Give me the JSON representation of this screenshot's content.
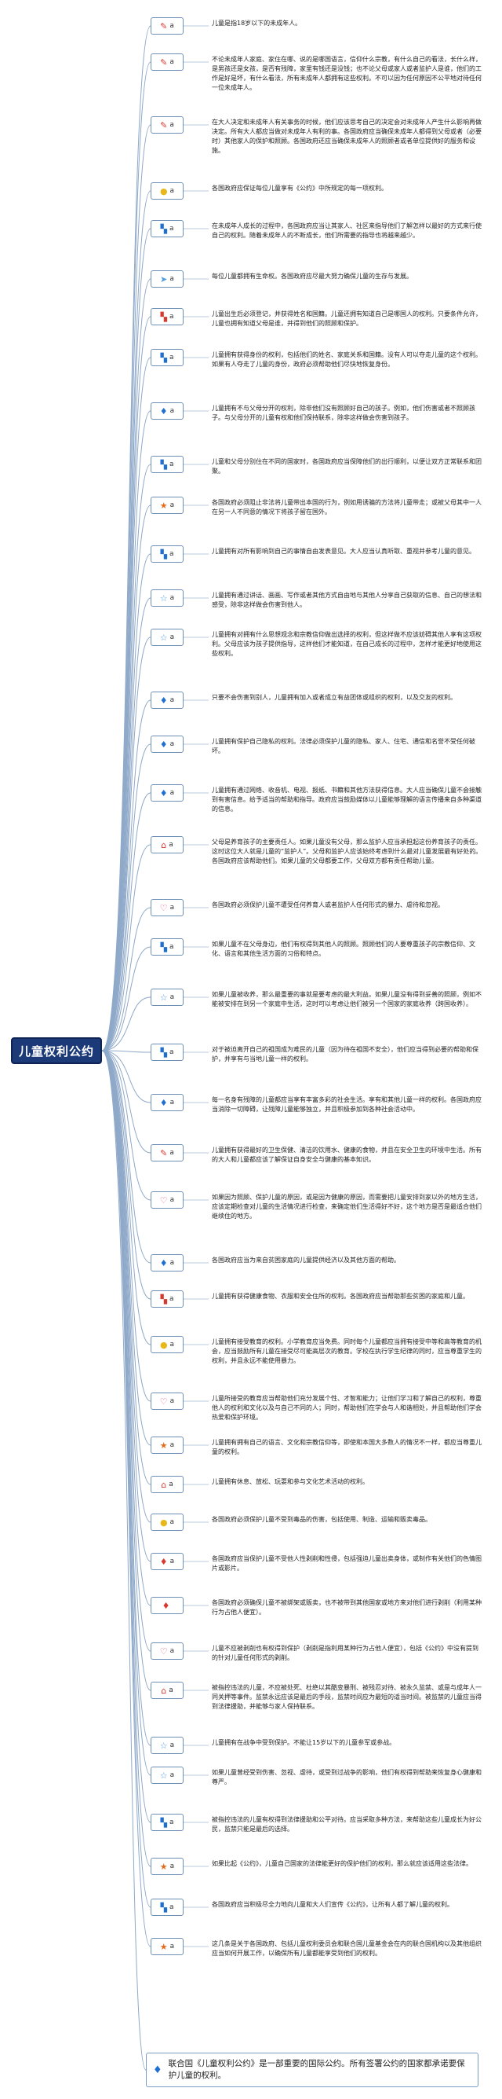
{
  "title": "儿童权利公约",
  "items": [
    {
      "icon": "tool-icon",
      "color": "red",
      "badge": "a",
      "text": "儿童是指18岁以下的未成年人。"
    },
    {
      "icon": "tool-icon",
      "color": "red",
      "badge": "a",
      "text": "不论未成年人家庭、家住在哪、说的是哪国语言，信仰什么宗教，有什么自己的看法，长什么样，是男孩还是女孩，是否有残障，家里有钱还是没钱；也不论父母或家人或者监护人是谁，他们的工作是好是坏，有什么看法，所有未成年人都拥有这些权利。不可以因为任何原因不公平地对待任何一位未成年人。"
    },
    {
      "icon": "tool-icon",
      "color": "red",
      "badge": "a",
      "text": "在大人决定和未成年人有关事务的时候，他们应该思考自己的决定会对未成年人产生什么影响再做决定。所有大人都应当做对未成年人有利的事。各国政府应当确保未成年人都得到父母或者（必要时）其他家人的保护和照顾。各国政府还应当确保未成年人的照顾者或者单位提供好的服务和设施。"
    },
    {
      "icon": "bulb-icon",
      "color": "yellow",
      "badge": "a",
      "text": "各国政府应保证每位儿童享有《公约》中所规定的每一项权利。"
    },
    {
      "icon": "flag-icon",
      "color": "blue",
      "badge": "a",
      "text": "在未成年人成长的过程中，各国政府应当让其家人、社区来指导他们了解怎样以最好的方式来行使自己的权利。随着未成年人的不断成长，他们所需要的指导也将越来越少。"
    },
    {
      "icon": "send-icon",
      "color": "lblue",
      "badge": "a",
      "text": "每位儿童都拥有生命权。各国政府应尽最大努力确保儿童的生存与发展。"
    },
    {
      "icon": "flag-icon",
      "color": "red",
      "badge": "a",
      "text": "儿童出生后必须登记，并获得姓名和国籍。儿童还拥有知道自己是哪国人的权利。只要条件允许，儿童也拥有知道父母是谁，并得到他们的照顾和保护。"
    },
    {
      "icon": "flag-icon",
      "color": "blue",
      "badge": "a",
      "text": "儿童拥有获得身份的权利，包括他们的姓名、家庭关系和国籍。没有人可以夺走儿童的这个权利。如果有人夺走了儿童的身份，政府必须帮助他们尽快地恢复身份。"
    },
    {
      "icon": "fire-icon",
      "color": "blue",
      "badge": "a",
      "text": "儿童拥有不与父母分开的权利，除非他们没有照顾好自己的孩子。例如，他们伤害或者不照顾孩子。与父母分开的儿童有权和他们保持联系，除非这样做会伤害到孩子。"
    },
    {
      "icon": "flag-icon",
      "color": "blue",
      "badge": "a",
      "text": "儿童和父母分别住在不同的国家时，各国政府应当保障他们的出行顺利，以便让双方正常联系和团聚。"
    },
    {
      "icon": "star-icon",
      "color": "orange",
      "badge": "a",
      "text": "各国政府必须阻止非法将儿童带出本国的行为，例如用诱骗的方法将儿童带走；或被父母其中一人在另一人不同意的情况下将孩子留在国外。"
    },
    {
      "icon": "flag-icon",
      "color": "blue",
      "badge": "a",
      "text": "儿童拥有对所有影响到自己的事情自由发表意见。大人应当认真听取、重视并参考儿童的意见。"
    },
    {
      "icon": "star-outline-icon",
      "color": "lblue",
      "badge": "a",
      "text": "儿童拥有通过讲话、画画、写作或者其他方式自由地与其他人分享自己获取的信息、自己的想法和感受，除非这样做会伤害到他人。"
    },
    {
      "icon": "star-outline-icon",
      "color": "lblue",
      "badge": "a",
      "text": "儿童拥有对拥有什么思想观念和宗教信仰做出选择的权利，但这样做不应该妨碍其他人享有这项权利。父母应该为孩子提供指导，这样他们才能知道，在自己成长的过程中，怎样才能更好地使用这些权利。"
    },
    {
      "icon": "fire-icon",
      "color": "blue",
      "badge": "a",
      "text": "只要不会伤害到别人，儿童拥有加入或者成立有益团体或组织的权利，以及交友的权利。"
    },
    {
      "icon": "fire-icon",
      "color": "blue",
      "badge": "a",
      "text": "儿童拥有保护自己隐私的权利。法律必须保护儿童的隐私、家人、住宅、通信和名誉不受任何破坏。"
    },
    {
      "icon": "fire-icon",
      "color": "blue",
      "badge": "a",
      "text": "儿童拥有通过网络、收音机、电视、报纸、书籍和其他方法获得信息。大人应当确保儿童不会接触到有害信息。给予适当的帮助和指导。政府应当鼓励媒体以儿童能够理解的语言传播来自多种渠道的信息。"
    },
    {
      "icon": "home-icon",
      "color": "red",
      "badge": "a",
      "text": "父母是养育孩子的主要责任人。如果儿童没有父母，那么监护人应当承担起这份养育孩子的责任。这时这位大人就是儿童的“监护人”。父母和监护人应该始终考虑到什么最对儿童发展最有好处的。各国政府应该帮助他们。如果儿童的父母都要工作，父母双方都有责任帮助儿童。"
    },
    {
      "icon": "heart-icon",
      "color": "pink",
      "badge": "a",
      "text": "各国政府必须保护儿童不遭受任何养育人或者监护人任何形式的暴力、虐待和忽视。"
    },
    {
      "icon": "flag-icon",
      "color": "blue",
      "badge": "a",
      "text": "如果儿童不在父母身边，他们有权得到其他人的照顾。照顾他们的人要尊重孩子的宗教信仰、文化、语言和其他生活方面的习俗和特点。"
    },
    {
      "icon": "star-outline-icon",
      "color": "lblue",
      "badge": "a",
      "text": "如果儿童被收养，那么最重要的事就是要考虑的最大利益。如果儿童没有得到妥善的照顾，例如不能被安排在到另一个家庭中生活，这时可以考虑让他们被另一个国家的家庭收养（跨国收养）。"
    },
    {
      "icon": "flag-icon",
      "color": "blue",
      "badge": "a",
      "text": "对于被迫离开自己的祖国成为难民的儿童（因为待在祖国不安全），他们应当得到必要的帮助和保护，并享有与当地儿童一样的权利。"
    },
    {
      "icon": "fire-icon",
      "color": "blue",
      "badge": "a",
      "text": "每一名身有残障的儿童都应当享有丰富多彩的社会生活。享有和其他儿童一样的权利。各国政府应当消除一切障碍，让残障儿童能够独立，并且积极参加到各种社会活动中。"
    },
    {
      "icon": "tool-icon",
      "color": "red",
      "badge": "a",
      "text": "儿童拥有获得最好的卫生保健、清洁的饮用水、健康的食物，并且在安全卫生的环境中生活。所有的大人和儿童都应该了解保证自身安全与健康的基本知识。"
    },
    {
      "icon": "heart-icon",
      "color": "pink",
      "badge": "a",
      "text": "如果因为照顾、保护儿童的原因，或是因为健康的原因，而需要把儿童安排到家以外的地方生活，应该定期检查对儿童的生活情况进行检查，来确定他们生活得好不好，这个地方是否是最适合他们继续住的地方。"
    },
    {
      "icon": "fire-icon",
      "color": "blue",
      "badge": "a",
      "text": "各国政府应当为来自贫困家庭的儿童提供经济以及其他方面的帮助。"
    },
    {
      "icon": "flag-icon",
      "color": "red",
      "badge": "a",
      "text": "儿童拥有获得健康食物、衣服和安全住所的权利。各国政府应当帮助那些贫困的家庭和儿童。"
    },
    {
      "icon": "bulb-icon",
      "color": "yellow",
      "badge": "a",
      "text": "儿童拥有接受教育的权利。小学教育应当免费。同时每个儿童都应当拥有接受中等和高等教育的机会，应当鼓励所有儿童在接受尽可能高层次的教育。学校在执行学生纪律的同时，应当尊重学生的权利，并且永远不能使用暴力。"
    },
    {
      "icon": "heart-icon",
      "color": "pink",
      "badge": "a",
      "text": "儿童所接受的教育应当帮助他们充分发展个性、才智和能力；让他们学习和了解自己的权利，尊重他人的权利和文化以及与自己不同的人；同时，帮助他们在学会与人和谐相处，并且帮助他们学会热爱和保护环境。"
    },
    {
      "icon": "star-icon",
      "color": "orange",
      "badge": "a",
      "text": "儿童拥有拥有自己的语言、文化和宗教信仰等，即使和本国大多数人的情况不一样，都应当尊重儿童的权利。"
    },
    {
      "icon": "home-icon",
      "color": "red",
      "badge": "a",
      "text": "儿童拥有休息、放松、玩耍和参与文化艺术活动的权利。"
    },
    {
      "icon": "bulb-icon",
      "color": "yellow",
      "badge": "a",
      "text": "各国政府必须保护儿童不受到毒品的伤害，包括使用、制造、运输和贩卖毒品。"
    },
    {
      "icon": "fire-icon",
      "color": "red",
      "badge": "a",
      "text": "各国政府应当保护儿童不受他人性剥削和性侵，包括强迫儿童出卖身体，或制作有关他们的色情图片或影片。"
    },
    {
      "icon": "fire-icon",
      "color": "red",
      "badge": "",
      "text": "各国政府必须确保儿童不被绑架或贩卖，也不被带到其他国家或地方来对他们进行剥削（利用某种行为占他人便宜）。"
    },
    {
      "icon": "heart-icon",
      "color": "pink",
      "badge": "a",
      "text": "儿童不应被剥削也有权得到保护（剥削是指利用某种行为占他人便宜），包括《公约》中没有提到的针对儿童任何形式的剥削。"
    },
    {
      "icon": "home-icon",
      "color": "red",
      "badge": "a",
      "text": "被指控违法的儿童，不应被处死、杜绝以其酷变暴刑、被残忍对待、被永久监禁、或是与成年人一同关押等事件。监禁永远应该是最后的手段，监禁时间应为最短的适当时间。被监禁的儿童应当得到法律援助，并能够与家人保持联系。"
    },
    {
      "icon": "star-outline-icon",
      "color": "lblue",
      "badge": "a",
      "text": "儿童拥有在战争中受到保护。不能让15岁以下的儿童参军或参战。"
    },
    {
      "icon": "star-outline-icon",
      "color": "lblue",
      "badge": "a",
      "text": "如果儿童曾经受到伤害、忽视、虐待，或受到过战争的影响，他们有权得到帮助来恢复身心健康和尊严。"
    },
    {
      "icon": "flag-icon",
      "color": "blue",
      "badge": "a",
      "text": "被指控违法的儿童有权得到法律援助和公平对待。应当采取多种方法，来帮助这些儿童成长为好公民，监禁只能是最后的选择。"
    },
    {
      "icon": "star-icon",
      "color": "orange",
      "badge": "a",
      "text": "如果比起《公约》，儿童自己国家的法律能更好的保护他们的权利，那么就应该适用这些法律。"
    },
    {
      "icon": "flag-icon",
      "color": "blue",
      "badge": "a",
      "text": "各国政府应当积极尽全力地向儿童和大人们宣传《公约》，让所有人都了解儿童的权利。"
    },
    {
      "icon": "star-icon",
      "color": "orange",
      "badge": "a",
      "text": "这几条是关于各国政府、包括儿童权利委员会和联合国儿童基金会在内的联合国机构以及其他组织应当如何开展工作，以确保所有儿童都能享受到他们的权利。"
    }
  ],
  "final": {
    "icon": "fire-icon",
    "color": "blue",
    "text": "联合国《儿童权利公约》是一部重要的国际公约。所有签署公约的国家都承诺要保护儿童的权利。"
  }
}
